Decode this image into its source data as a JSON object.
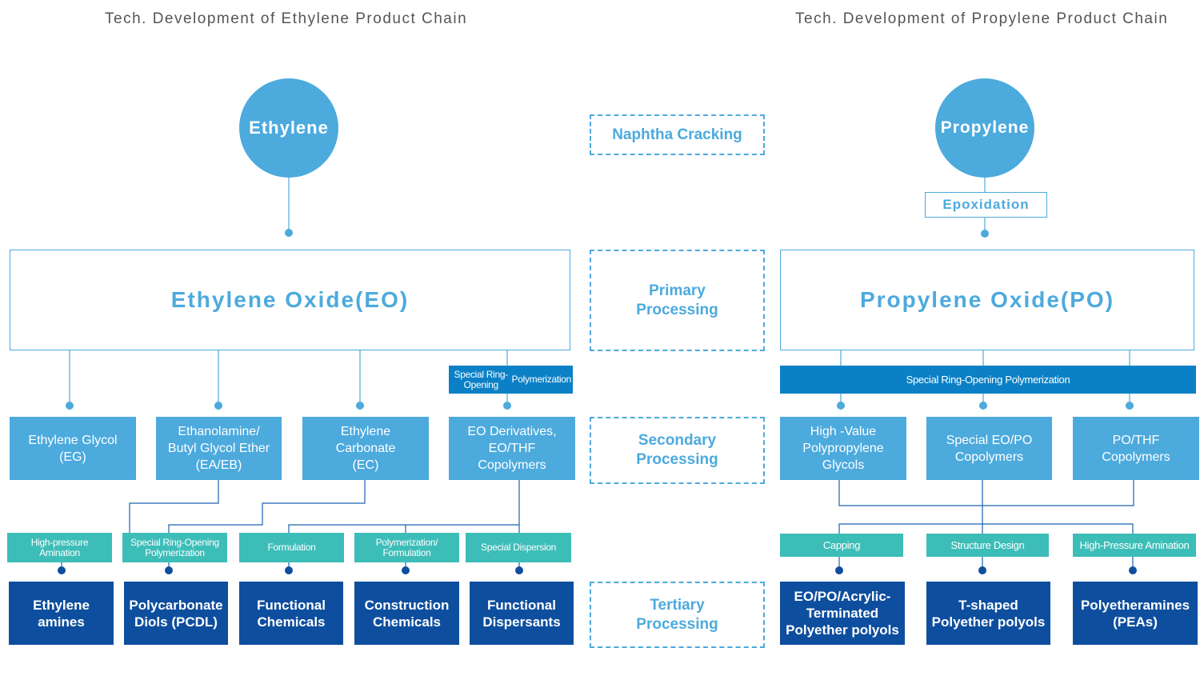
{
  "titles": {
    "left": "Tech. Development of Ethylene Product Chain",
    "right": "Tech. Development of Propylene Product Chain"
  },
  "ethylene": {
    "source": "Ethylene",
    "primary": "Ethylene Oxide(EO)",
    "special_bar": [
      "Special Ring-Opening",
      "Polymerization"
    ],
    "secondary": [
      [
        "Ethylene Glycol",
        "(EG)"
      ],
      [
        "Ethanolamine/",
        "Butyl Glycol Ether",
        "(EA/EB)"
      ],
      [
        "Ethylene",
        "Carbonate",
        "(EC)"
      ],
      [
        "EO Derivatives,",
        "EO/THF",
        "Copolymers"
      ]
    ],
    "processes": [
      [
        "High-pressure",
        "Amination"
      ],
      [
        "Special Ring-Opening",
        "Polymerization"
      ],
      [
        "Formulation"
      ],
      [
        "Polymerization/",
        "Formulation"
      ],
      [
        "Special Dispersion"
      ]
    ],
    "tertiary": [
      [
        "Ethylene",
        "amines"
      ],
      [
        "Polycarbonate",
        "Diols (PCDL)"
      ],
      [
        "Functional",
        "Chemicals"
      ],
      [
        "Construction",
        "Chemicals"
      ],
      [
        "Functional",
        "Dispersants"
      ]
    ]
  },
  "stages": [
    [
      "Naphtha Cracking"
    ],
    [
      "Primary",
      "Processing"
    ],
    [
      "Secondary",
      "Processing"
    ],
    [
      "Tertiary",
      "Processing"
    ]
  ],
  "propylene": {
    "source": "Propylene",
    "step": "Epoxidation",
    "primary": "Propylene Oxide(PO)",
    "special_bar": "Special Ring-Opening Polymerization",
    "secondary": [
      [
        "High -Value",
        "Polypropylene",
        "Glycols"
      ],
      [
        "Special EO/PO",
        "Copolymers"
      ],
      [
        "PO/THF",
        "Copolymers"
      ]
    ],
    "processes": [
      "Capping",
      "Structure Design",
      "High-Pressure Amination"
    ],
    "tertiary": [
      [
        "EO/PO/Acrylic-",
        "Terminated",
        "Polyether polyols"
      ],
      [
        "T-shaped",
        "Polyether polyols"
      ],
      [
        "Polyetheramines",
        "(PEAs)"
      ]
    ]
  },
  "colors": {
    "light_blue": "#4caadd",
    "dark_blue": "#0e4e9e",
    "teal": "#3dbdb8",
    "bar_blue": "#0b80c6"
  }
}
